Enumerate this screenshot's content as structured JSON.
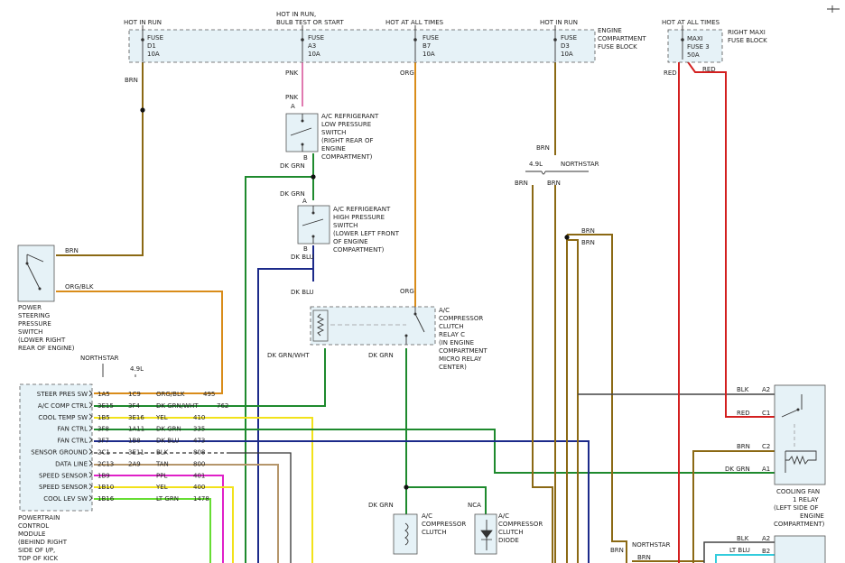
{
  "fuse_block": {
    "hot_in_run_1": "HOT IN RUN",
    "hot_run_bulb_1": "HOT IN RUN,",
    "hot_run_bulb_2": "BULB TEST OR START",
    "hot_at_all_times_1": "HOT AT ALL TIMES",
    "hot_in_run_2": "HOT IN RUN",
    "label_1": "ENGINE",
    "label_2": "COMPARTMENT",
    "label_3": "FUSE BLOCK",
    "fuses": [
      {
        "name": "FUSE",
        "id": "D1",
        "rating": "10A"
      },
      {
        "name": "FUSE",
        "id": "A3",
        "rating": "10A"
      },
      {
        "name": "FUSE",
        "id": "B7",
        "rating": "10A"
      },
      {
        "name": "FUSE",
        "id": "D3",
        "rating": "10A"
      }
    ]
  },
  "maxi_block": {
    "hot": "HOT AT ALL TIMES",
    "name": "MAXI",
    "id": "FUSE 3",
    "rating": "50A",
    "label_1": "RIGHT MAXI",
    "label_2": "FUSE BLOCK"
  },
  "wires": {
    "brn": "BRN",
    "pnk": "PNK",
    "org": "ORG",
    "red": "RED",
    "dk_grn": "DK GRN",
    "dk_blu": "DK BLU",
    "dk_grn_wht": "DK GRN/WHT",
    "org_blk": "ORG/BLK",
    "blk": "BLK",
    "lt_blu": "LT BLU",
    "nca": "NCA"
  },
  "engine_option": {
    "v1": "4.9L",
    "v2": "NORTHSTAR"
  },
  "low_switch": [
    "A/C REFRIGERANT",
    "LOW PRESSURE",
    "SWITCH",
    "(RIGHT REAR OF",
    "ENGINE",
    "COMPARTMENT)"
  ],
  "high_switch": [
    "A/C REFRIGERANT",
    "HIGH PRESSURE",
    "SWITCH",
    "(LOWER LEFT FRONT",
    "OF ENGINE",
    "COMPARTMENT)"
  ],
  "relay_c": [
    "A/C",
    "COMPRESSOR",
    "CLUTCH",
    "RELAY C",
    "(IN ENGINE",
    "COMPARTMENT",
    "MICRO RELAY",
    "CENTER)"
  ],
  "ps_switch": [
    "POWER",
    "STEERING",
    "PRESSURE",
    "SWITCH",
    "(LOWER RIGHT",
    "REAR OF ENGINE)"
  ],
  "pcm": {
    "col_northstar": "NORTHSTAR",
    "col_49": "4.9L",
    "label": [
      "POWERTRAIN",
      "CONTROL",
      "MODULE",
      "(BEHIND RIGHT",
      "SIDE OF I/P,",
      "TOP OF KICK"
    ],
    "rows": [
      {
        "label": "STEER PRES SW",
        "pin1": "1A5",
        "pin2": "1C9",
        "color": "ORG/BLK",
        "circuit": "495"
      },
      {
        "label": "A/C COMP CTRL",
        "pin1": "3E15",
        "pin2": "3F4",
        "color": "DK GRN/WHT",
        "circuit": "762"
      },
      {
        "label": "COOL TEMP SW",
        "pin1": "1B5",
        "pin2": "3E16",
        "color": "YEL",
        "circuit": "410"
      },
      {
        "label": "FAN CTRL",
        "pin1": "3F8",
        "pin2": "1A11",
        "color": "DK GRN",
        "circuit": "335"
      },
      {
        "label": "FAN CTRL",
        "pin1": "3F7",
        "pin2": "1B8",
        "color": "DK BLU",
        "circuit": "473"
      },
      {
        "label": "SENSOR GROUND",
        "pin1": "2C1",
        "pin2": "3E11",
        "color": "BLK",
        "circuit": "808"
      },
      {
        "label": "DATA LINE",
        "pin1": "2C13",
        "pin2": "2A9",
        "color": "TAN",
        "circuit": "800"
      },
      {
        "label": "SPEED SENSOR",
        "pin1": "1B9",
        "pin2": "",
        "color": "PPL",
        "circuit": "401"
      },
      {
        "label": "SPEED SENSOR",
        "pin1": "1B10",
        "pin2": "",
        "color": "YEL",
        "circuit": "400"
      },
      {
        "label": "COOL LEV SW",
        "pin1": "1B16",
        "pin2": "",
        "color": "LT GRN",
        "circuit": "1478"
      }
    ]
  },
  "cooling_fan_relay": {
    "label": [
      "COOLING FAN",
      "1 RELAY",
      "(LEFT SIDE OF",
      "ENGINE",
      "COMPARTMENT)"
    ],
    "pins": [
      "A2",
      "C1",
      "C2",
      "A1"
    ]
  },
  "second_relay_pins": [
    "A2",
    "B2"
  ],
  "clutch": [
    "A/C",
    "COMPRESSOR",
    "CLUTCH"
  ],
  "diode": [
    "A/C",
    "COMPRESSOR",
    "CLUTCH",
    "DIODE"
  ],
  "connector_pins": {
    "a": "A",
    "b": "B"
  },
  "colors": {
    "brn": "#8b6914",
    "org": "#d98c1a",
    "pnk": "#e07ab0",
    "red": "#d31f1f",
    "dkgrn": "#1e8a2e",
    "dkblu": "#1c2a8a",
    "yel": "#f2e21a",
    "blk": "#333333",
    "tan": "#b5966b",
    "ppl": "#e020c8",
    "ltgrn": "#66dd33",
    "ltblu": "#33ccdd",
    "box": "#e6f2f7"
  }
}
